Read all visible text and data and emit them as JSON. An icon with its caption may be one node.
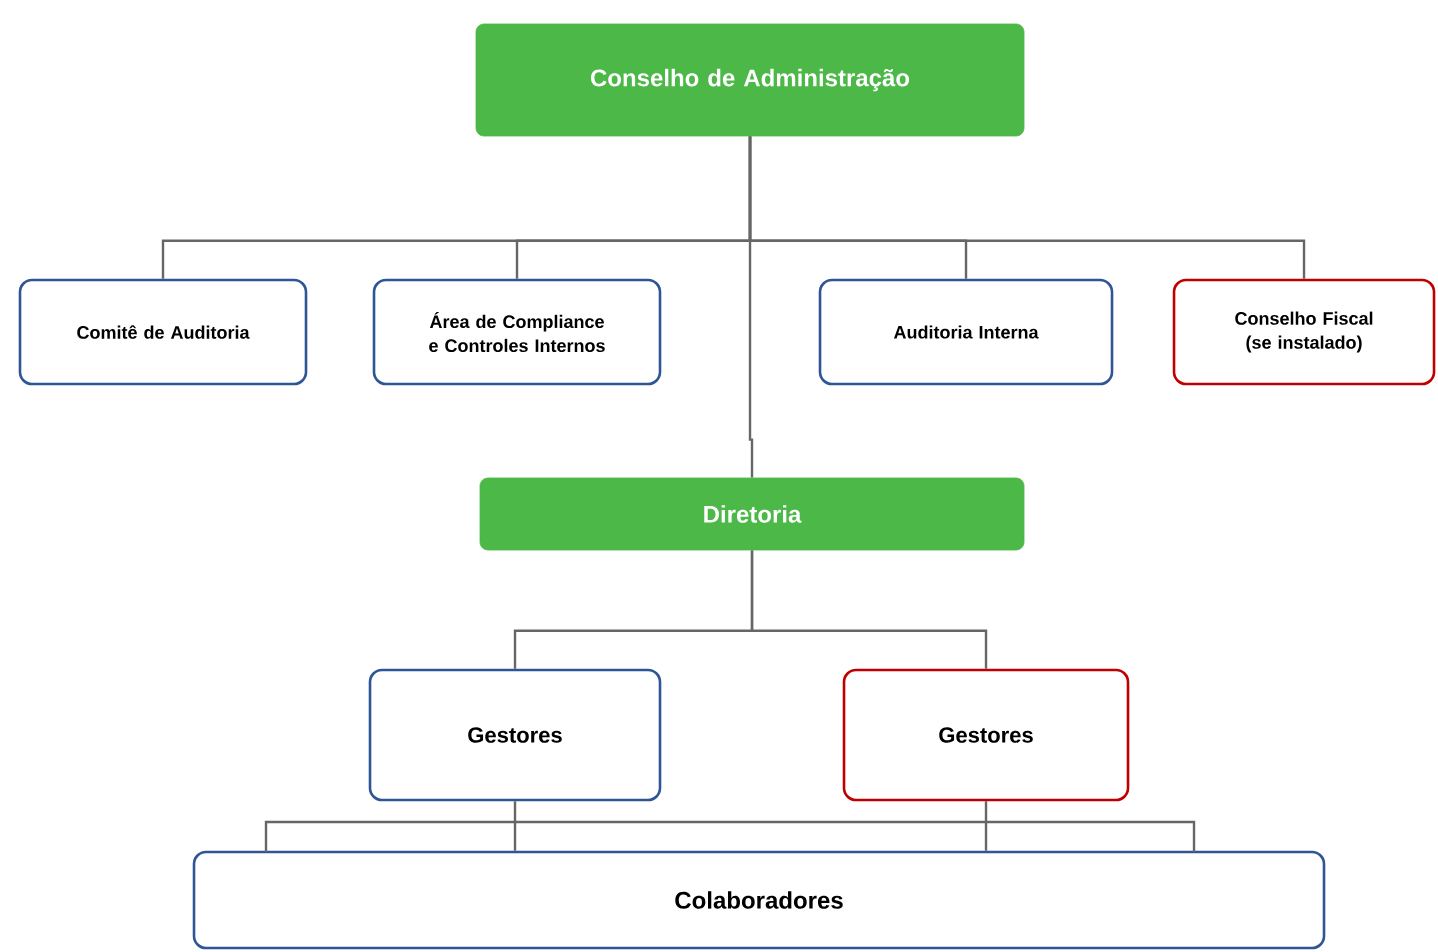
{
  "diagram": {
    "nodes": [
      {
        "text": [
          "Conselho de Administração"
        ]
      },
      {
        "text": [
          "Comitê de Auditoria"
        ]
      },
      {
        "text": [
          "Área de Compliance e Controles Internos"
        ]
      },
      {
        "text": [
          "Auditoria Interna"
        ]
      },
      {
        "text": [
          "Conselho Fiscal (se instalado)"
        ]
      },
      {
        "text": [
          "Diretoria"
        ]
      },
      {
        "text": [
          "Gestores"
        ]
      },
      {
        "text": [
          "Gestores"
        ]
      },
      {
        "text": [
          "Colaboradores"
        ]
      }
    ],
    "edges": [
      {
        "from": 0,
        "to": 1,
        "arrow": "none"
      },
      {
        "from": 0,
        "to": 2,
        "arrow": "none"
      },
      {
        "from": 0,
        "to": 3,
        "arrow": "none"
      },
      {
        "from": 0,
        "to": 4,
        "arrow": "none"
      },
      {
        "from": 0,
        "to": 5,
        "arrow": "none"
      },
      {
        "from": 5,
        "to": 6,
        "arrow": "none"
      },
      {
        "from": 5,
        "to": 7,
        "arrow": "none"
      },
      {
        "from": 6,
        "to": 8,
        "arrow": "none"
      },
      {
        "from": 7,
        "to": 8,
        "arrow": "none"
      }
    ]
  }
}
